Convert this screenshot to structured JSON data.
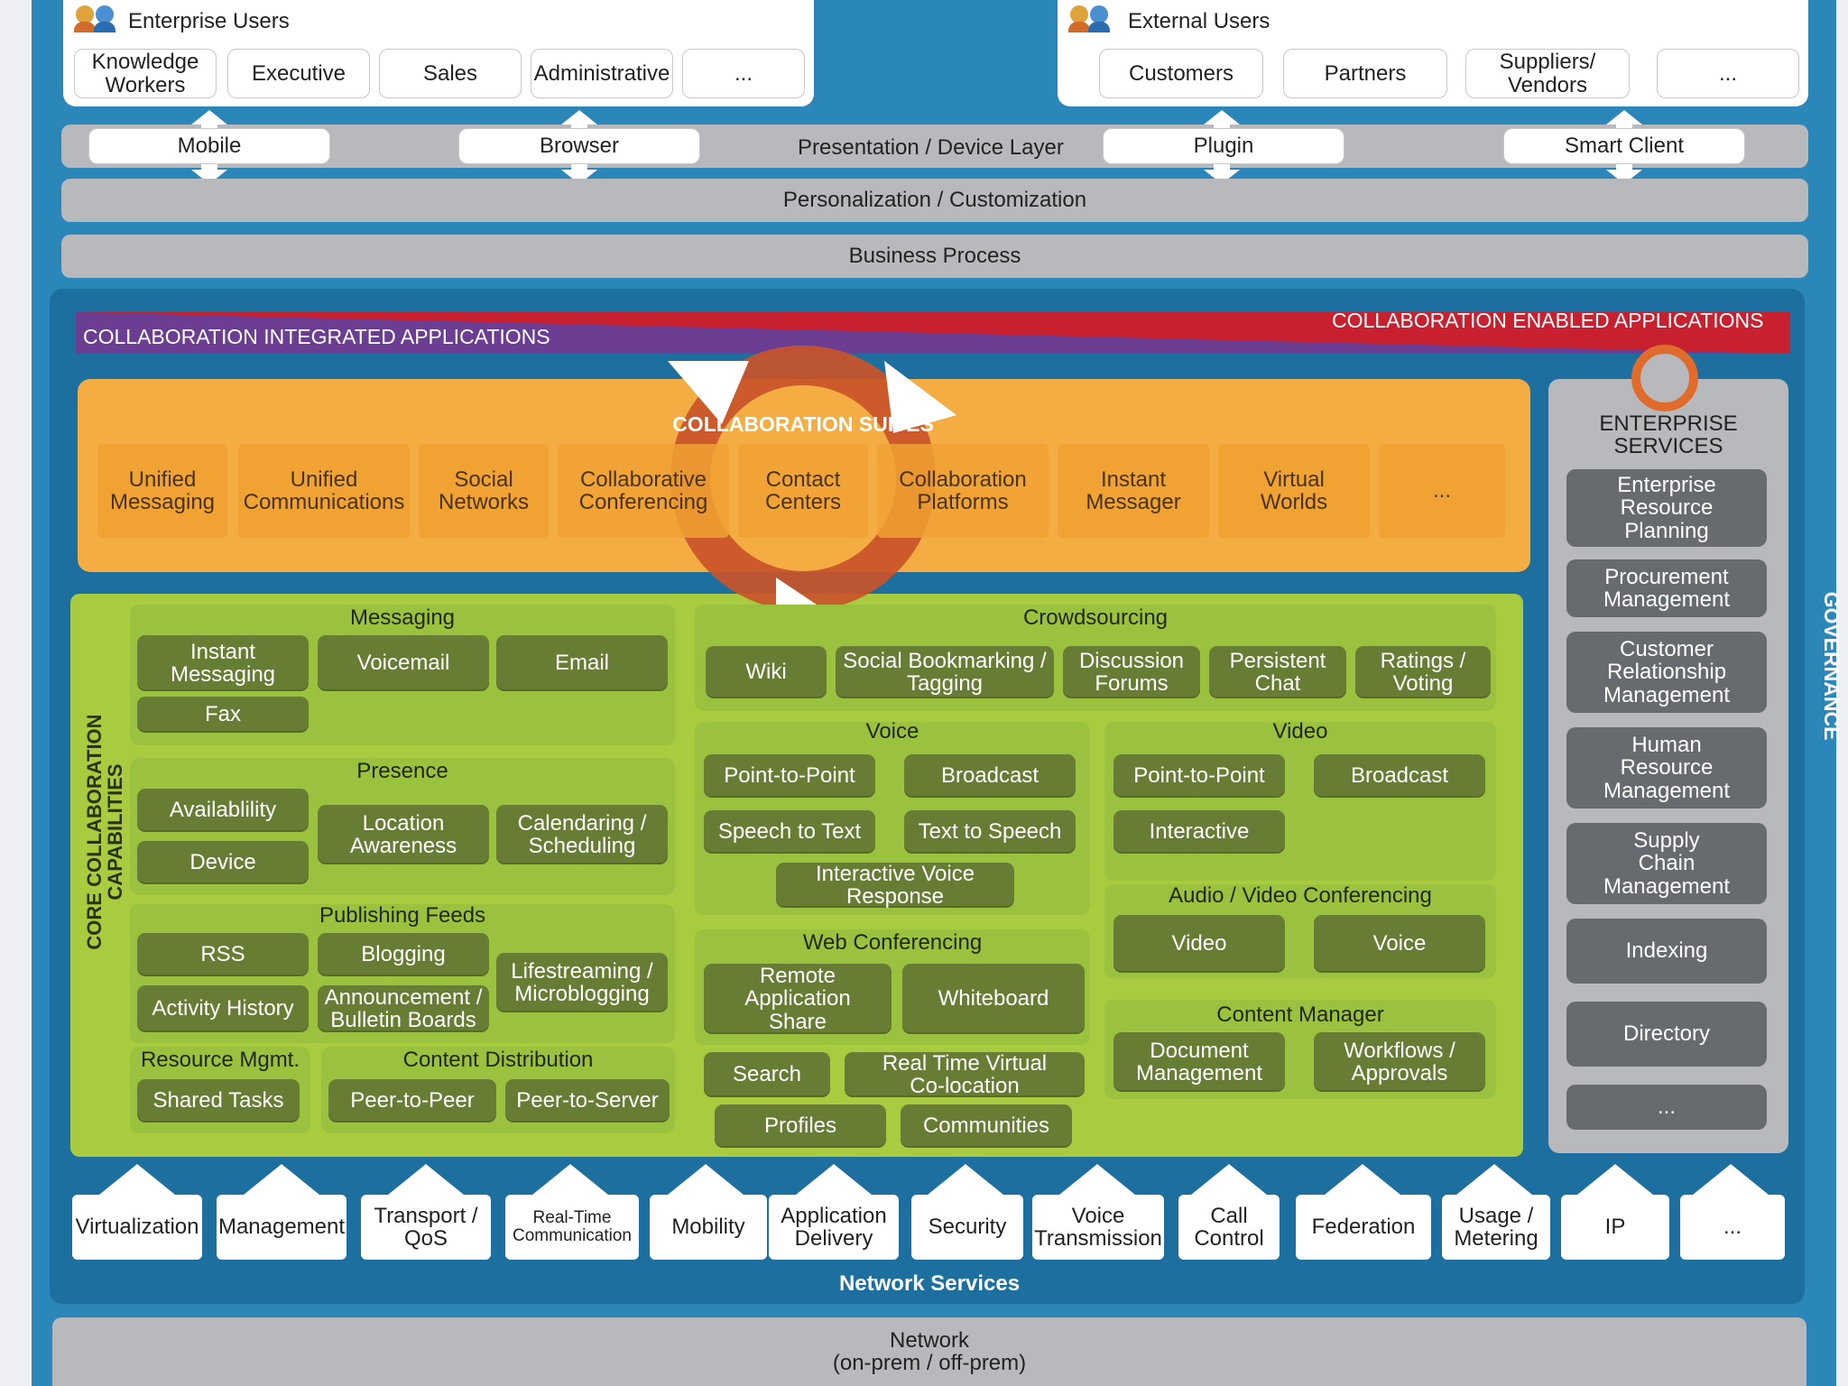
{
  "enterprise_users": {
    "title": "Enterprise Users",
    "items": [
      "Knowledge\nWorkers",
      "Executive",
      "Sales",
      "Administrative",
      "..."
    ]
  },
  "external_users": {
    "title": "External Users",
    "items": [
      "Customers",
      "Partners",
      "Suppliers/\nVendors",
      "..."
    ]
  },
  "presentation": {
    "label": "Presentation / Device Layer",
    "devices": [
      "Mobile",
      "Browser",
      "Plugin",
      "Smart Client"
    ]
  },
  "personalization": "Personalization / Customization",
  "business_process": "Business Process",
  "integrated_apps": "COLLABORATION INTEGRATED APPLICATIONS",
  "enabled_apps": "COLLABORATION ENABLED APPLICATIONS",
  "suites": {
    "title": "COLLABORATION SUITES",
    "items": [
      "Unified\nMessaging",
      "Unified\nCommunications",
      "Social\nNetworks",
      "Collaborative\nConferencing",
      "Contact\nCenters",
      "Collaboration\nPlatforms",
      "Instant\nMessager",
      "Virtual\nWorlds",
      "..."
    ]
  },
  "core_label": "CORE COLLABORATION CAPABILITIES",
  "messaging": {
    "title": "Messaging",
    "items": [
      "Instant\nMessaging",
      "Voicemail",
      "Email",
      "Fax"
    ]
  },
  "presence": {
    "title": "Presence",
    "items": [
      "Availablility",
      "Device",
      "Location\nAwareness",
      "Calendaring /\nScheduling"
    ]
  },
  "publishing": {
    "title": "Publishing Feeds",
    "items": [
      "RSS",
      "Blogging",
      "Activity History",
      "Announcement /\nBulletin Boards",
      "Lifestreaming /\nMicroblogging"
    ]
  },
  "resource": {
    "title": "Resource Mgmt.",
    "items": [
      "Shared Tasks"
    ]
  },
  "distribution": {
    "title": "Content Distribution",
    "items": [
      "Peer-to-Peer",
      "Peer-to-Server"
    ]
  },
  "crowdsourcing": {
    "title": "Crowdsourcing",
    "items": [
      "Wiki",
      "Social Bookmarking /\nTagging",
      "Discussion\nForums",
      "Persistent\nChat",
      "Ratings /\nVoting"
    ]
  },
  "voice": {
    "title": "Voice",
    "items": [
      "Point-to-Point",
      "Broadcast",
      "Speech to Text",
      "Text to Speech",
      "Interactive Voice\nResponse"
    ]
  },
  "video": {
    "title": "Video",
    "items": [
      "Point-to-Point",
      "Broadcast",
      "Interactive"
    ]
  },
  "webconf": {
    "title": "Web Conferencing",
    "items": [
      "Remote\nApplication\nShare",
      "Whiteboard"
    ]
  },
  "avconf": {
    "title": "Audio / Video Conferencing",
    "items": [
      "Video",
      "Voice"
    ]
  },
  "misc": {
    "items": [
      "Search",
      "Real Time Virtual\nCo-location",
      "Profiles",
      "Communities"
    ]
  },
  "content_manager": {
    "title": "Content Manager",
    "items": [
      "Document\nManagement",
      "Workflows /\nApprovals"
    ]
  },
  "enterprise_services": {
    "title": "ENTERPRISE\nSERVICES",
    "items": [
      "Enterprise\nResource\nPlanning",
      "Procurement\nManagement",
      "Customer\nRelationship\nManagement",
      "Human\nResource\nManagement",
      "Supply\nChain\nManagement",
      "Indexing",
      "Directory",
      "..."
    ]
  },
  "governance": "GOVERNANCE",
  "network_services": {
    "title": "Network Services",
    "items": [
      "Virtualization",
      "Management",
      "Transport /\nQoS",
      "Real-Time\nCommunication",
      "Mobility",
      "Application\nDelivery",
      "Security",
      "Voice\nTransmission",
      "Call\nControl",
      "Federation",
      "Usage /\nMetering",
      "IP",
      "..."
    ]
  },
  "network": "Network\n(on-prem / off-prem)",
  "colors": {
    "blue": "#2b86ba",
    "orange": "#f0a233",
    "green": "#9bc23e",
    "dark_green": "#677d34",
    "gray": "#b7b9bd",
    "red": "#c9202f",
    "purple": "#6b3d93",
    "arrow": "#c8542a"
  }
}
